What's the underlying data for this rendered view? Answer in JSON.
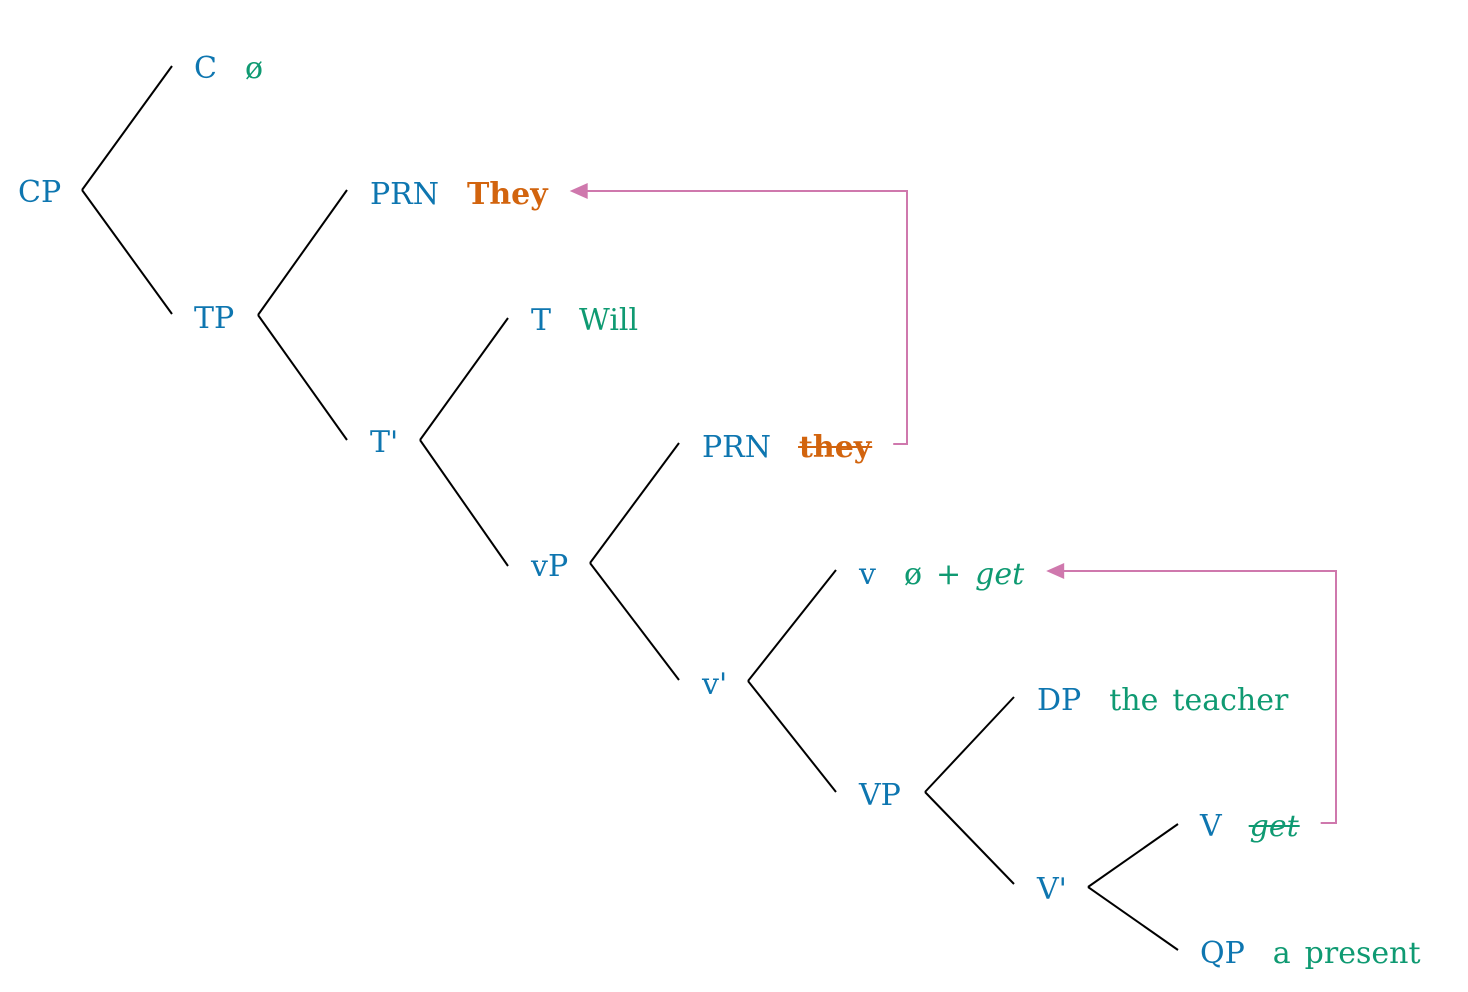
{
  "diagram": {
    "type": "syntax-tree",
    "colors": {
      "label": "#0e76b0",
      "word": "#0f9a72",
      "moved_word": "#d2640e",
      "movement_arrow": "#cf78ad",
      "branch": "#000000"
    },
    "nodes": [
      {
        "id": "CP",
        "label": "CP",
        "parent": null
      },
      {
        "id": "C",
        "label": "C",
        "parent": "CP",
        "words": [
          {
            "text": "ø"
          }
        ]
      },
      {
        "id": "TP",
        "label": "TP",
        "parent": "CP"
      },
      {
        "id": "PRN1",
        "label": "PRN",
        "parent": "TP",
        "words": [
          {
            "text": "They",
            "style": "moved"
          }
        ]
      },
      {
        "id": "Tbar",
        "label": "T'",
        "parent": "TP"
      },
      {
        "id": "T",
        "label": "T",
        "parent": "Tbar",
        "words": [
          {
            "text": "Will"
          }
        ]
      },
      {
        "id": "vP",
        "label": "vP",
        "parent": "Tbar"
      },
      {
        "id": "PRN2",
        "label": "PRN",
        "parent": "vP",
        "words": [
          {
            "text": "they",
            "style": "moved",
            "struck": true
          }
        ]
      },
      {
        "id": "vbar",
        "label": "v'",
        "parent": "vP"
      },
      {
        "id": "v",
        "label": "v",
        "parent": "vbar",
        "words": [
          {
            "text": "ø"
          },
          {
            "text": "+"
          },
          {
            "text": "get",
            "italic": true
          }
        ]
      },
      {
        "id": "VP",
        "label": "VP",
        "parent": "vbar"
      },
      {
        "id": "DP",
        "label": "DP",
        "parent": "VP",
        "words": [
          {
            "text": "the"
          },
          {
            "text": "teacher"
          }
        ]
      },
      {
        "id": "Vbar",
        "label": "V'",
        "parent": "VP"
      },
      {
        "id": "V",
        "label": "V",
        "parent": "Vbar",
        "words": [
          {
            "text": "get",
            "italic": true,
            "struck": true
          }
        ]
      },
      {
        "id": "QP",
        "label": "QP",
        "parent": "Vbar",
        "words": [
          {
            "text": "a"
          },
          {
            "text": "present"
          }
        ]
      }
    ],
    "movements": [
      {
        "from": "PRN2",
        "to": "PRN1",
        "description": "subject raising: they → They"
      },
      {
        "from": "V",
        "to": "v",
        "description": "V-to-v movement: get → ø + get"
      }
    ]
  }
}
